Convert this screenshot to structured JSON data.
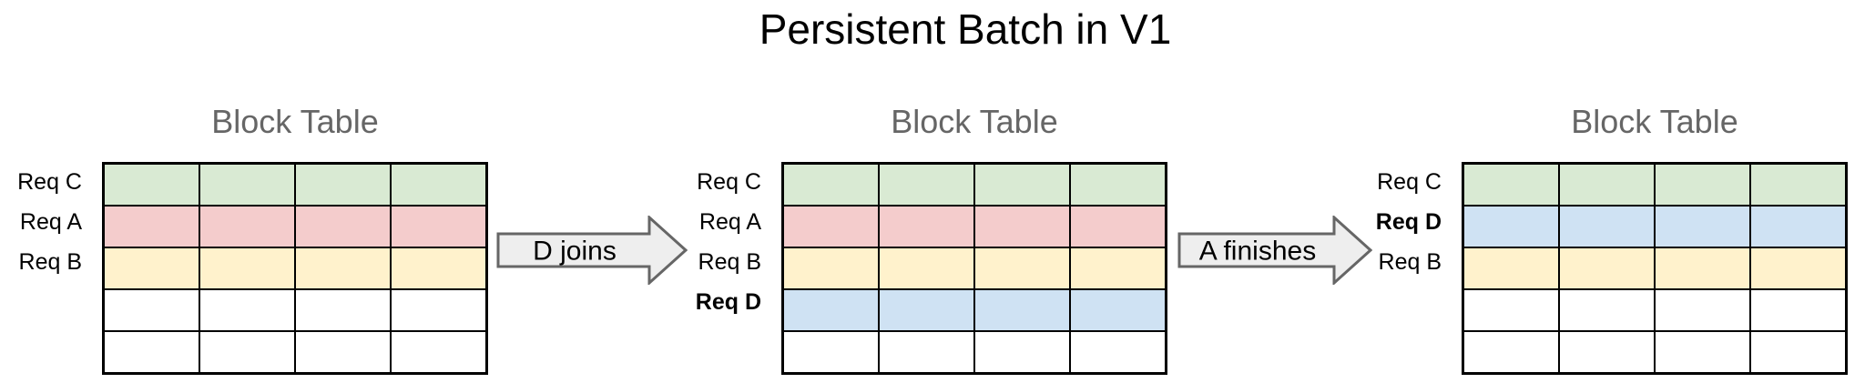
{
  "page_title": "Persistent Batch in V1",
  "colors": {
    "block_green": "#d9ead3",
    "block_red": "#f4cccc",
    "block_yellow": "#fff2cc",
    "block_blue": "#cfe2f3",
    "block_empty": "#ffffff",
    "grid_border": "#000000",
    "table_title_gray": "#666666",
    "arrow_fill": "#eeeeee",
    "arrow_stroke": "#666666"
  },
  "tables": [
    {
      "title": "Block Table",
      "columns": 4,
      "rows": [
        {
          "label": "Req C",
          "bold": false,
          "color": "#d9ead3"
        },
        {
          "label": "Req A",
          "bold": false,
          "color": "#f4cccc"
        },
        {
          "label": "Req B",
          "bold": false,
          "color": "#fff2cc"
        },
        {
          "label": "",
          "bold": false,
          "color": "#ffffff"
        },
        {
          "label": "",
          "bold": false,
          "color": "#ffffff"
        }
      ]
    },
    {
      "title": "Block Table",
      "columns": 4,
      "rows": [
        {
          "label": "Req C",
          "bold": false,
          "color": "#d9ead3"
        },
        {
          "label": "Req A",
          "bold": false,
          "color": "#f4cccc"
        },
        {
          "label": "Req B",
          "bold": false,
          "color": "#fff2cc"
        },
        {
          "label": "Req D",
          "bold": true,
          "color": "#cfe2f3"
        },
        {
          "label": "",
          "bold": false,
          "color": "#ffffff"
        }
      ]
    },
    {
      "title": "Block Table",
      "columns": 4,
      "rows": [
        {
          "label": "Req C",
          "bold": false,
          "color": "#d9ead3"
        },
        {
          "label": "Req D",
          "bold": true,
          "color": "#cfe2f3"
        },
        {
          "label": "Req B",
          "bold": false,
          "color": "#fff2cc"
        },
        {
          "label": "",
          "bold": false,
          "color": "#ffffff"
        },
        {
          "label": "",
          "bold": false,
          "color": "#ffffff"
        }
      ]
    }
  ],
  "arrows": [
    {
      "label": "D joins"
    },
    {
      "label": "A finishes"
    }
  ]
}
